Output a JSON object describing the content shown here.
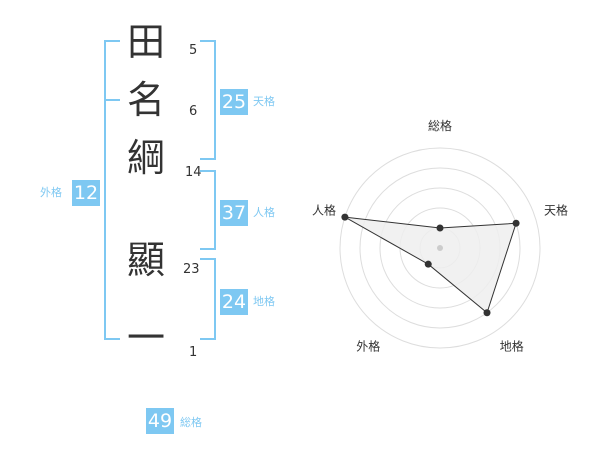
{
  "name_chars": [
    {
      "char": "田",
      "strokes": "5"
    },
    {
      "char": "名",
      "strokes": "6"
    },
    {
      "char": "綱",
      "strokes": "14"
    },
    {
      "char": "顯",
      "strokes": "23"
    },
    {
      "char": "一",
      "strokes": "1"
    }
  ],
  "scores": {
    "tenkaku": {
      "value": "25",
      "label": "天格"
    },
    "jinkaku": {
      "value": "37",
      "label": "人格"
    },
    "chikaku": {
      "value": "24",
      "label": "地格"
    },
    "gaikaku": {
      "value": "12",
      "label": "外格"
    },
    "soukaku": {
      "value": "49",
      "label": "総格"
    }
  },
  "colors": {
    "accent": "#7ec8f2",
    "text": "#333333"
  },
  "chart_data": {
    "type": "radar",
    "axes": [
      "総格",
      "天格",
      "地格",
      "外格",
      "人格"
    ],
    "values": [
      1,
      4,
      4,
      1,
      5
    ],
    "max": 5,
    "grid": true
  }
}
